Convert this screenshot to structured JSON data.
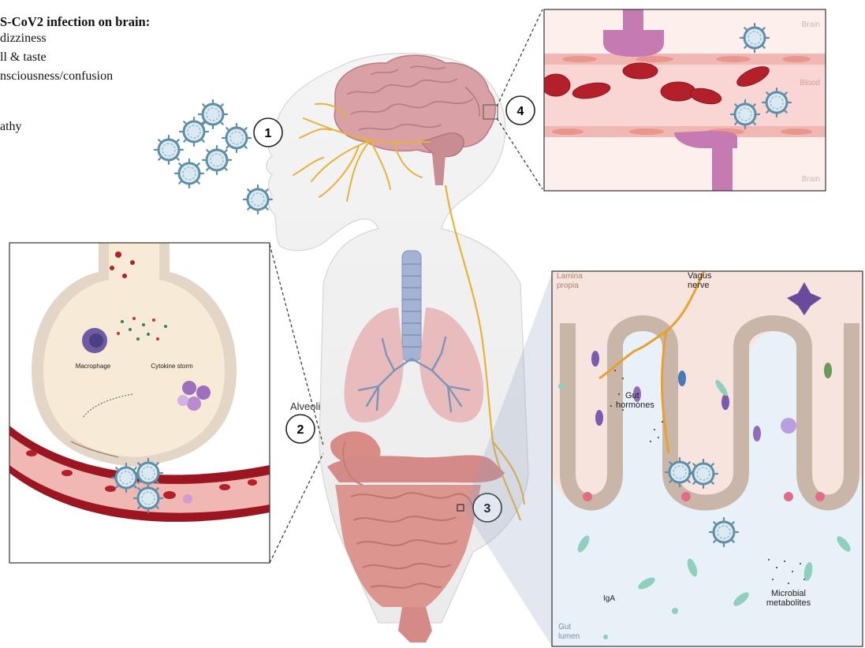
{
  "header": {
    "title": "S-CoV2 infection on brain:",
    "symptoms": [
      "dizziness",
      "ll & taste",
      "nsciousness/confusion",
      "athy"
    ]
  },
  "markers": [
    "1",
    "2",
    "3",
    "4"
  ],
  "labels": {
    "alveoli": "Alveoli",
    "macrophage": "Macrophage",
    "cytokine_storm": "Cytokine storm",
    "brain_top": "Brain",
    "blood": "Blood",
    "brain_bottom": "Brain",
    "lamina_propia": [
      "Lamina",
      "propia"
    ],
    "vagus_nerve": [
      "Vagus",
      "nerve"
    ],
    "gut_hormones": [
      "Gut",
      "hormones"
    ],
    "igA": "IgA",
    "microbial_metabolites": [
      "Microbial",
      "metabolites"
    ],
    "gut_lumen": [
      "Gut",
      "lumen"
    ]
  },
  "colors": {
    "virus_ring": "#5f8fa8",
    "virus_fill": "#dbe9f2",
    "nerve": "#e8b23a",
    "brain": "#d9a0a5",
    "blood": "#b4202a",
    "lung_vessel": "#7f93b8",
    "intestine": "#dd9590",
    "alveolus": "#f7ead6",
    "vessel_wall": "#f1b7b2",
    "synapse": "#c57bb2",
    "gut_lumen": "#e8f0f8",
    "lamina": "#f8e4de"
  }
}
